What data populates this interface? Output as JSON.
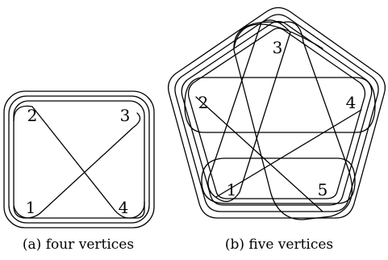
{
  "panels": [
    {
      "caption": "(a) four vertices",
      "vertex_labels": [
        "1",
        "2",
        "3",
        "4"
      ]
    },
    {
      "caption": "(b) five vertices",
      "vertex_labels": [
        "1",
        "2",
        "3",
        "4",
        "5"
      ]
    }
  ]
}
